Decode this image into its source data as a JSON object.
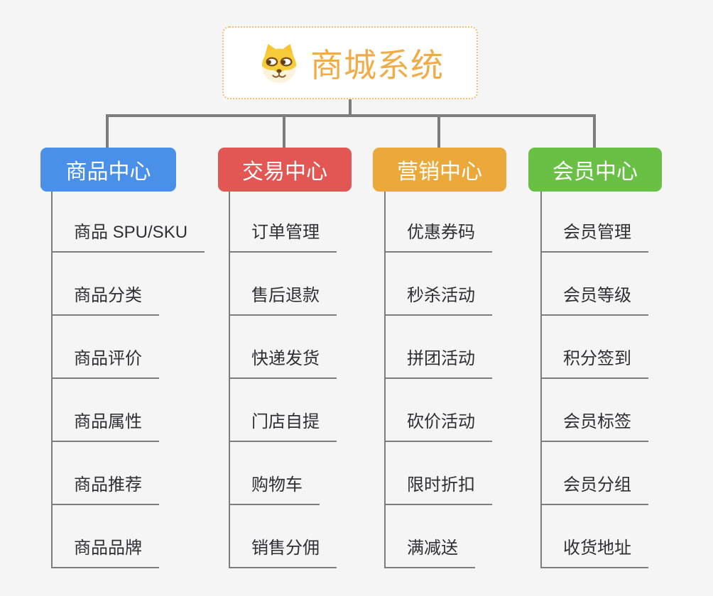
{
  "canvas": {
    "background": "#f5f5f6"
  },
  "root": {
    "title": "商城系统",
    "title_color": "#f0ac48",
    "border_color": "#f6be73",
    "icon": "dog-face-icon"
  },
  "connector_color": "#7d7d7d",
  "branches": [
    {
      "label": "商品中心",
      "color": "#4a90e8",
      "items": [
        "商品 SPU/SKU",
        "商品分类",
        "商品评价",
        "商品属性",
        "商品推荐",
        "商品品牌"
      ]
    },
    {
      "label": "交易中心",
      "color": "#e25754",
      "items": [
        "订单管理",
        "售后退款",
        "快递发货",
        "门店自提",
        "购物车",
        "销售分佣"
      ]
    },
    {
      "label": "营销中心",
      "color": "#eba93b",
      "items": [
        "优惠券码",
        "秒杀活动",
        "拼团活动",
        "砍价活动",
        "限时折扣",
        "满减送"
      ]
    },
    {
      "label": "会员中心",
      "color": "#69c044",
      "items": [
        "会员管理",
        "会员等级",
        "积分签到",
        "会员标签",
        "会员分组",
        "收货地址"
      ]
    }
  ]
}
